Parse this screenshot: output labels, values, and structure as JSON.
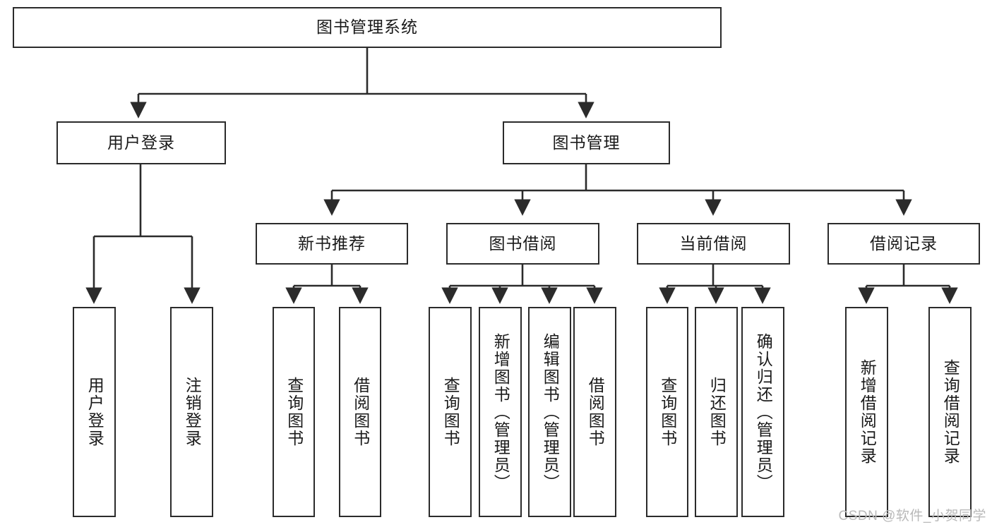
{
  "diagram": {
    "title": "图书管理系统",
    "type": "tree",
    "watermark": "CSDN @软件_小贺同学",
    "root": {
      "label": "图书管理系统"
    },
    "level1": [
      {
        "label": "用户登录"
      },
      {
        "label": "图书管理"
      }
    ],
    "level2": [
      {
        "label": "新书推荐"
      },
      {
        "label": "图书借阅"
      },
      {
        "label": "当前借阅"
      },
      {
        "label": "借阅记录"
      }
    ],
    "leaves": {
      "user_login": [
        {
          "label": "用户登录"
        },
        {
          "label": "注销登录"
        }
      ],
      "new_book_recommend": [
        {
          "label": "查询图书"
        },
        {
          "label": "借阅图书"
        }
      ],
      "book_borrow": [
        {
          "label": "查询图书"
        },
        {
          "label": "新增图书（管理员）"
        },
        {
          "label": "编辑图书（管理员）"
        },
        {
          "label": "借阅图书"
        }
      ],
      "current_borrow": [
        {
          "label": "查询图书"
        },
        {
          "label": "归还图书"
        },
        {
          "label": "确认归还（管理员）"
        }
      ],
      "borrow_record": [
        {
          "label": "新增借阅记录"
        },
        {
          "label": "查询借阅记录"
        }
      ]
    },
    "colors": {
      "stroke": "#2b2b2b",
      "fill": "#ffffff",
      "text": "#1a1a1a",
      "watermark": "#b9b9b9"
    }
  }
}
